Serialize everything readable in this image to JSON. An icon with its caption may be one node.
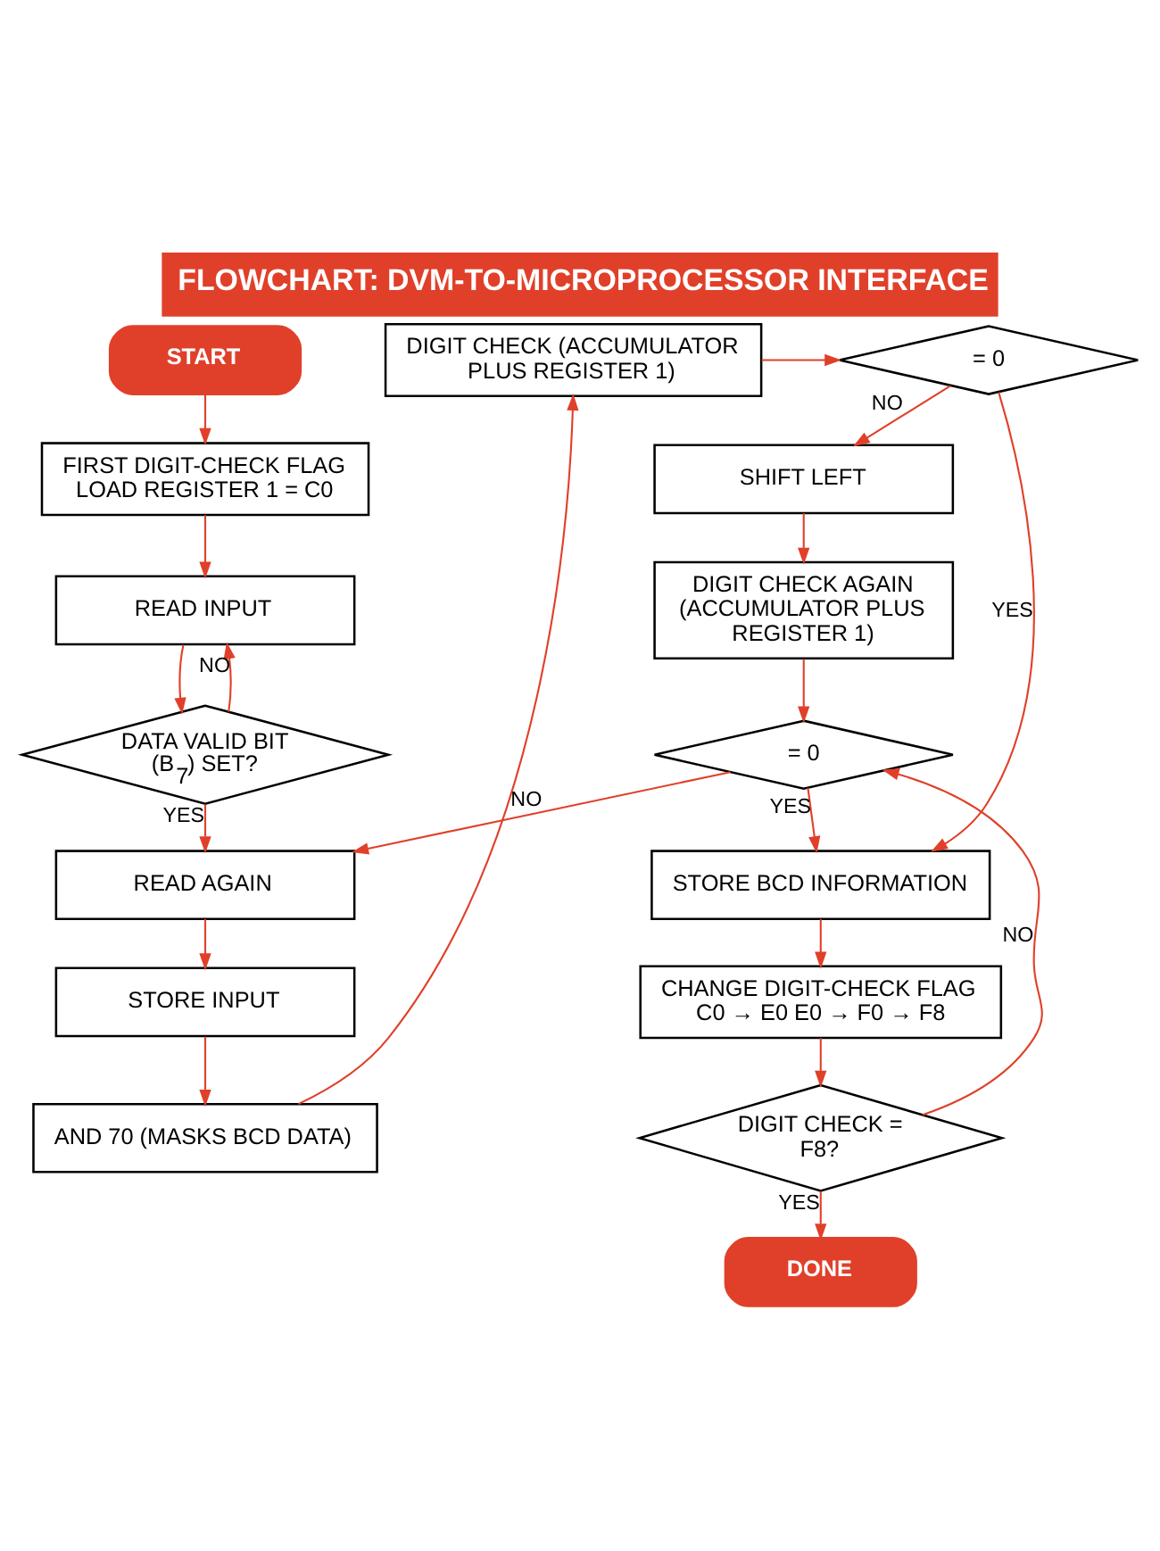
{
  "diagram": {
    "title": "FLOWCHART: DVM-TO-MICROPROCESSOR INTERFACE",
    "nodes": [
      {
        "text": [
          "START"
        ]
      },
      {
        "text": [
          "FIRST DIGIT-CHECK FLAG LOAD REGISTER 1 = C0"
        ]
      },
      {
        "text": [
          "READ INPUT"
        ]
      },
      {
        "text": [
          "DATA VALID BIT (B$_{7}$) SET?"
        ]
      },
      {
        "text": [
          "READ AGAIN"
        ]
      },
      {
        "text": [
          "STORE INPUT"
        ]
      },
      {
        "text": [
          "AND 70 (MASKS BCD DATA)"
        ]
      },
      {
        "text": [
          "DIGIT CHECK (ACCUMULATOR PLUS REGISTER 1)"
        ]
      },
      {
        "text": [
          "= 0"
        ]
      },
      {
        "text": [
          "SHIFT LEFT"
        ]
      },
      {
        "text": [
          "DIGIT CHECK AGAIN (ACCUMULATOR PLUS REGISTER 1)"
        ]
      },
      {
        "text": [
          "= 0"
        ]
      },
      {
        "text": [
          "STORE BCD INFORMATION"
        ]
      },
      {
        "text": [
          "CHANGE DIGIT-CHECK FLAG C0 → E0 E0 → F0 → F8"
        ]
      },
      {
        "text": [
          "DIGIT CHECK = F8?"
        ]
      },
      {
        "text": [
          "DONE"
        ]
      }
    ],
    "edges": [
      {
        "from": 0,
        "to": 1,
        "arrow": "to"
      },
      {
        "from": 1,
        "to": 2,
        "arrow": "to"
      },
      {
        "from": 2,
        "to": 3,
        "arrow": "to"
      },
      {
        "from": 3,
        "to": 2,
        "label": "NO",
        "arrow": "to"
      },
      {
        "from": 3,
        "to": 4,
        "label": "YES",
        "arrow": "to"
      },
      {
        "from": 4,
        "to": 5,
        "arrow": "to"
      },
      {
        "from": 5,
        "to": 6,
        "arrow": "to"
      },
      {
        "from": 6,
        "to": 7,
        "arrow": "to"
      },
      {
        "from": 7,
        "to": 8,
        "arrow": "to"
      },
      {
        "from": 8,
        "to": 9,
        "label": "NO",
        "arrow": "to"
      },
      {
        "from": 8,
        "to": 12,
        "label": "YES",
        "arrow": "to"
      },
      {
        "from": 9,
        "to": 10,
        "arrow": "to"
      },
      {
        "from": 10,
        "to": 11,
        "arrow": "to"
      },
      {
        "from": 11,
        "to": 4,
        "label": "NO",
        "arrow": "to"
      },
      {
        "from": 11,
        "to": 12,
        "label": "YES",
        "arrow": "to"
      },
      {
        "from": 12,
        "to": 13,
        "arrow": "to"
      },
      {
        "from": 13,
        "to": 14,
        "arrow": "to"
      },
      {
        "from": 14,
        "to": 11,
        "label": "NO",
        "arrow": "to"
      },
      {
        "from": 14,
        "to": 15,
        "label": "YES",
        "arrow": "to"
      }
    ]
  }
}
